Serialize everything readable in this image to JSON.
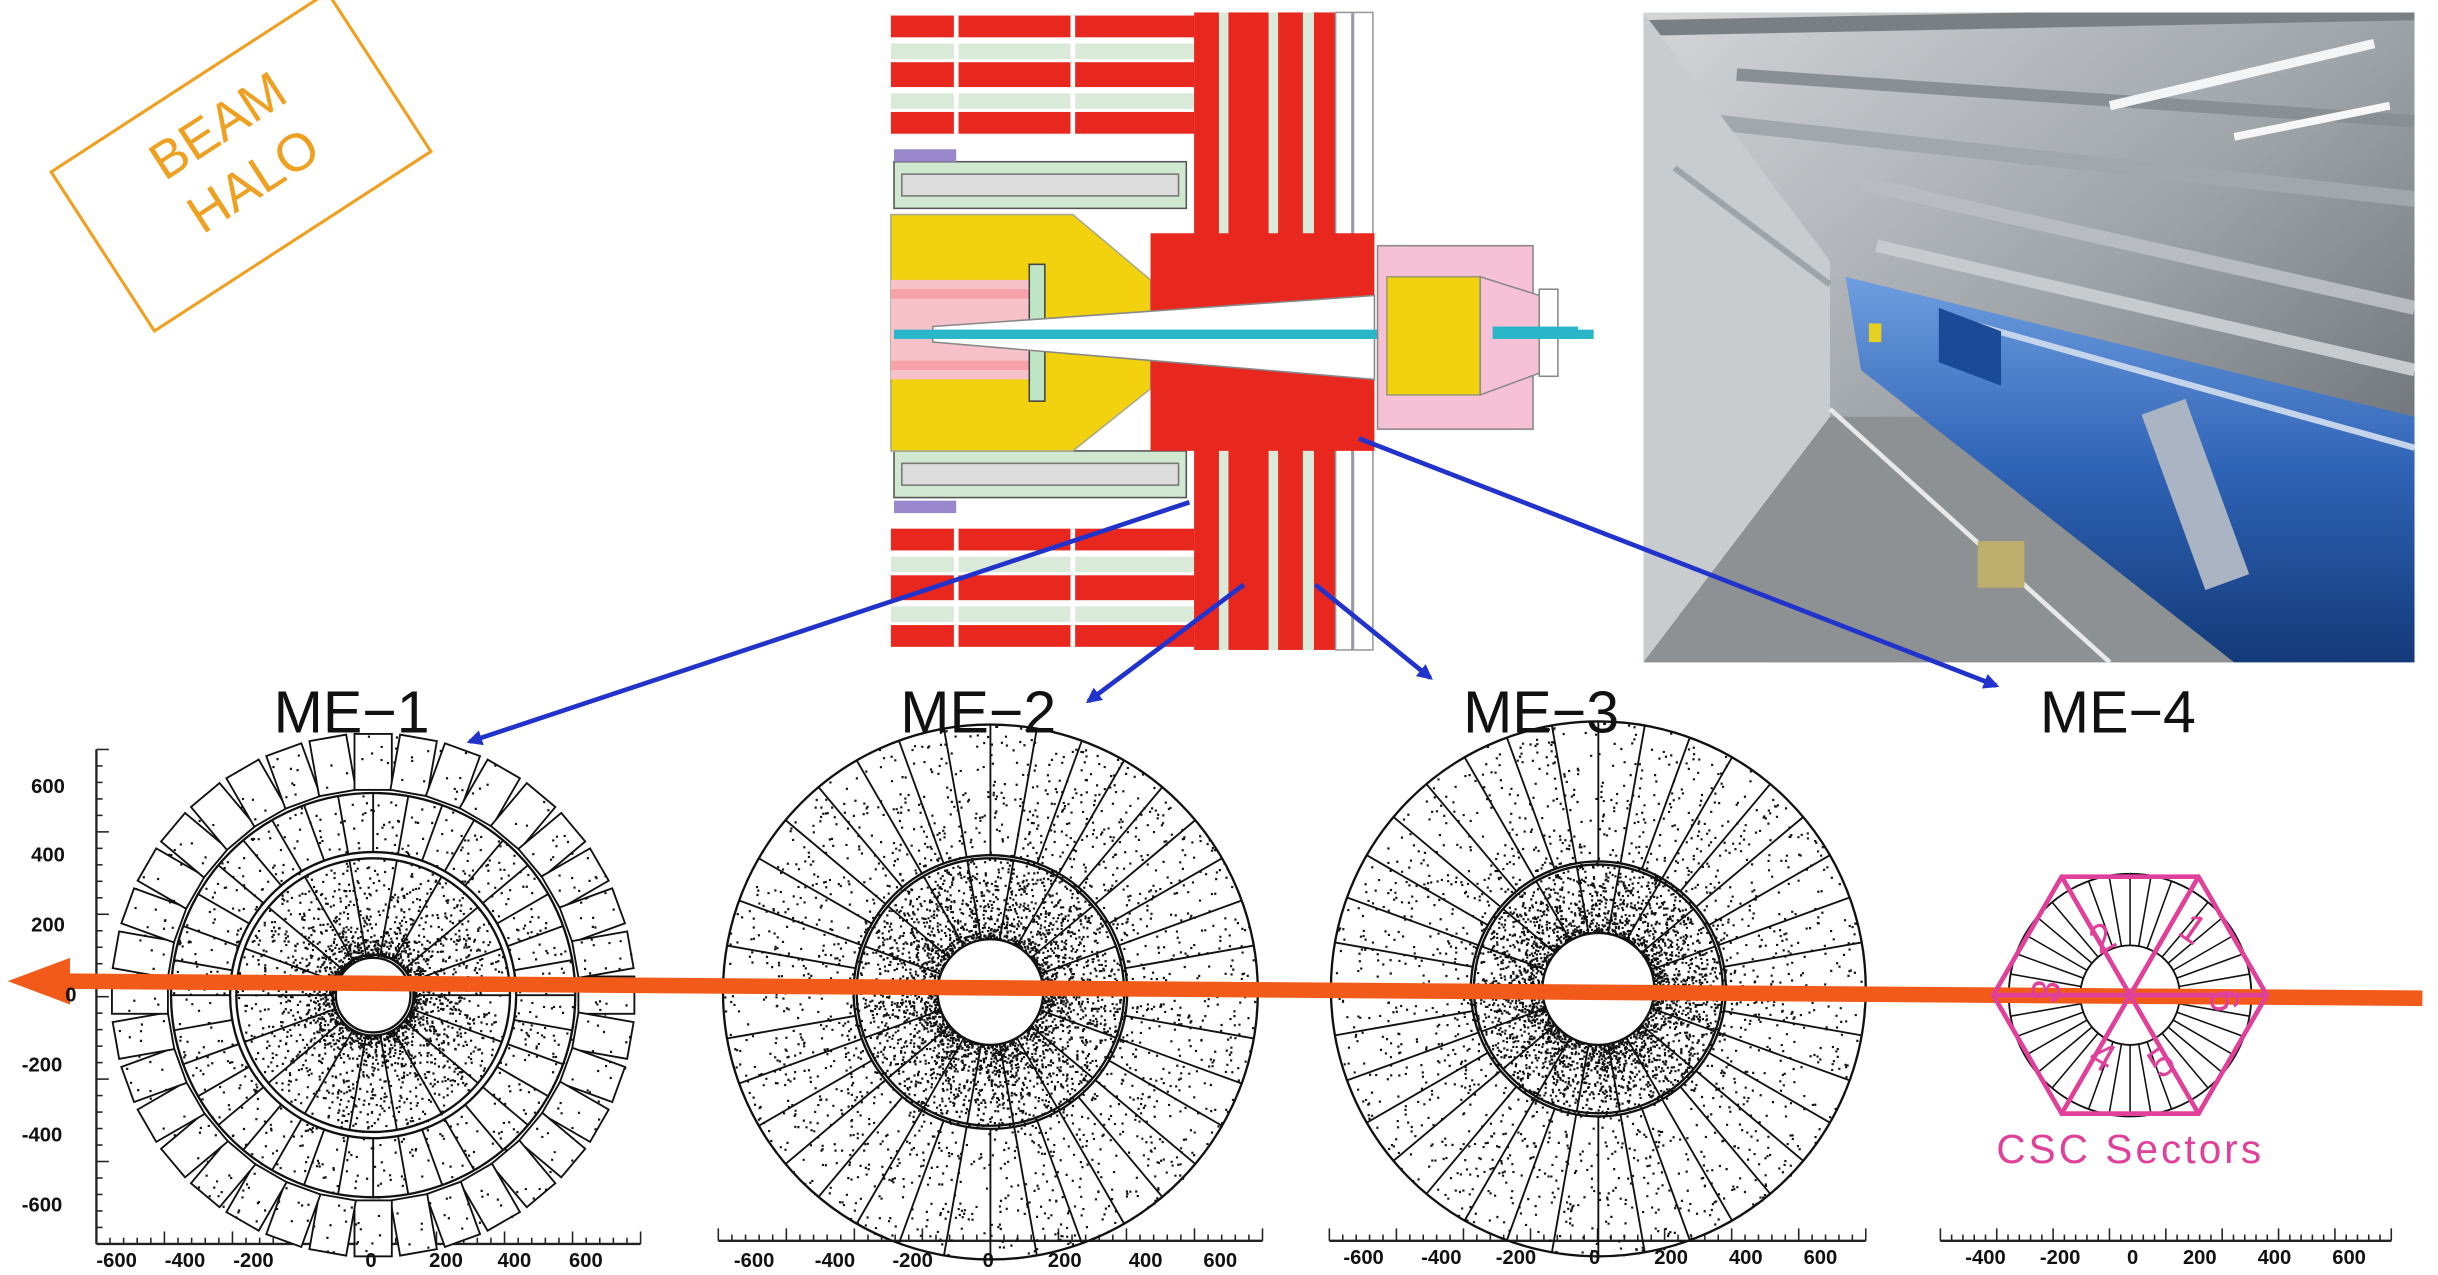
{
  "stamp": {
    "line1": "BEAM",
    "line2": "HALO"
  },
  "stations": [
    {
      "id": "me1",
      "label": "ME−1"
    },
    {
      "id": "me2",
      "label": "ME−2"
    },
    {
      "id": "me3",
      "label": "ME−3"
    },
    {
      "id": "me4",
      "label": "ME−4"
    }
  ],
  "panel1_y_ticks": [
    "600",
    "400",
    "200",
    "0",
    "-200",
    "-400",
    "-600"
  ],
  "x_ticks_full": [
    "-600",
    "-400",
    "-200",
    "0",
    "200",
    "400",
    "600"
  ],
  "x_ticks_me4": [
    "-400",
    "-200",
    "0",
    "200",
    "400",
    "600"
  ],
  "csc": {
    "label": "CSC Sectors",
    "sector_numbers": [
      "1",
      "2",
      "3",
      "4",
      "5",
      "6"
    ]
  },
  "colors": {
    "beam_arrow": "#f25a1a",
    "pointer_arrows": "#2233cc",
    "stamp": "#f0a020",
    "csc": "#e0409a",
    "cms_red": "#e8271f",
    "cms_yellow": "#f2d10e",
    "cms_pink": "#f2b8c8",
    "cms_green": "#bfe6c4",
    "cms_cyan": "#29b6c8",
    "magnet_blue": "#2f63b5"
  }
}
